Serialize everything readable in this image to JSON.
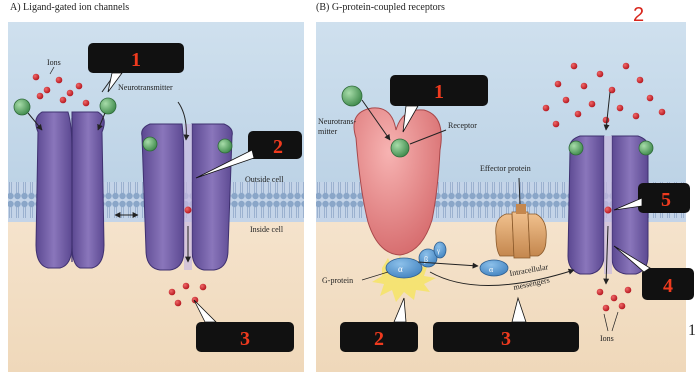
{
  "panel_a": {
    "title": "A) Ligand-gated ion channels",
    "labels": {
      "ions": "Ions",
      "neurotransmitter": "Neurotransmitter",
      "outside": "Outside cell",
      "inside": "Inside cell"
    },
    "markers": [
      "1",
      "2",
      "3"
    ]
  },
  "panel_b": {
    "title": "(B) G-protein-coupled receptors",
    "labels": {
      "neurotransmitter_line1": "Neurotrans-",
      "neurotransmitter_line2": "mitter",
      "receptor": "Receptor",
      "effector": "Effector protein",
      "gprotein": "G-protein",
      "intracellular": "Intracellular",
      "messengers": "messengers",
      "ions": "Ions",
      "alpha": "α",
      "beta": "β",
      "gamma": "γ"
    },
    "markers": [
      "1",
      "2",
      "3",
      "5",
      "4"
    ]
  },
  "page_number": "2",
  "edge_mark": "1",
  "colors": {
    "membrane": "#8fa8c9",
    "channel": "#6f5a9e",
    "receptor": "#e88a8c",
    "ion": "#c8202a",
    "ligand": "#5fa86a",
    "marker_bg": "#111111",
    "marker_text": "#ef3a1e",
    "page_number": "#d8261c"
  }
}
